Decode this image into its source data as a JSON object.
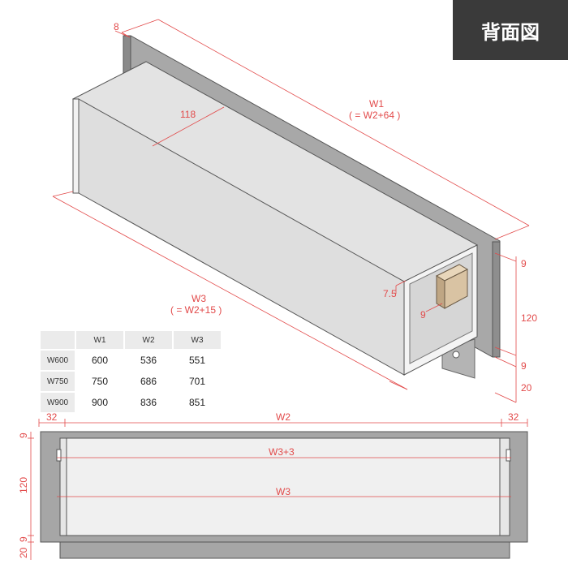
{
  "badge": "背面図",
  "iso_dims": {
    "top_left": "8",
    "depth": "118",
    "w1": "W1",
    "w1_formula": "( = W2+64 )",
    "w3": "W3",
    "w3_formula": "( = W2+15 )",
    "inner_offset": "7.5",
    "block": "9",
    "right_top": "9",
    "right_mid": "120",
    "right_low": "9",
    "right_bottom": "20"
  },
  "front_dims": {
    "left_margin": "32",
    "w2": "W2",
    "right_margin": "32",
    "w3_plus": "W3+3",
    "w3": "W3",
    "left_9_top": "9",
    "left_120": "120",
    "left_9_low": "9",
    "left_20": "20"
  },
  "table": {
    "headers": [
      "W1",
      "W2",
      "W3"
    ],
    "rows": [
      {
        "label": "W600",
        "values": [
          "600",
          "536",
          "551"
        ]
      },
      {
        "label": "W750",
        "values": [
          "750",
          "686",
          "701"
        ]
      },
      {
        "label": "W900",
        "values": [
          "900",
          "836",
          "851"
        ]
      }
    ]
  },
  "colors": {
    "dimension": "#e24a4a",
    "badge_bg": "#3a3a3a",
    "box_gray": "#e2e2e2",
    "panel_gray": "#a6a6a6",
    "block": "#d9c3a3"
  }
}
